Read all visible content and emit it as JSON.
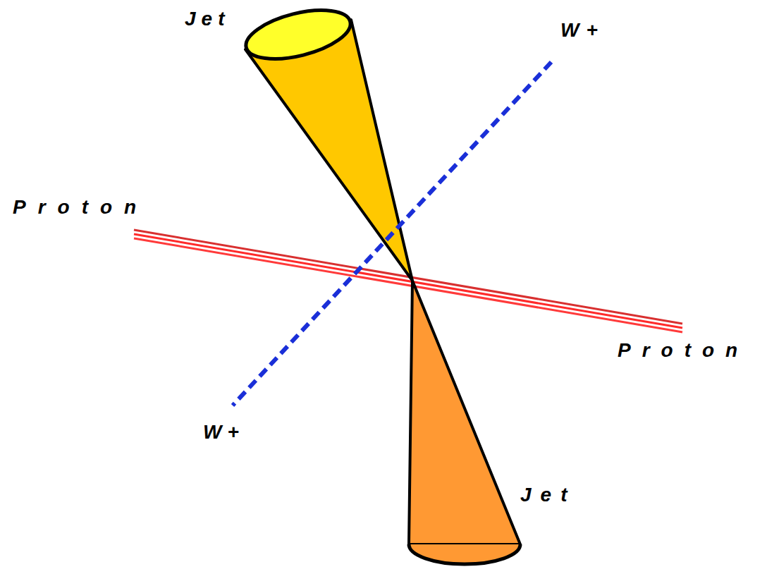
{
  "diagram": {
    "labels": [
      "Jet",
      "W+",
      "Proton",
      "Proton",
      "W+",
      "Jet"
    ]
  }
}
